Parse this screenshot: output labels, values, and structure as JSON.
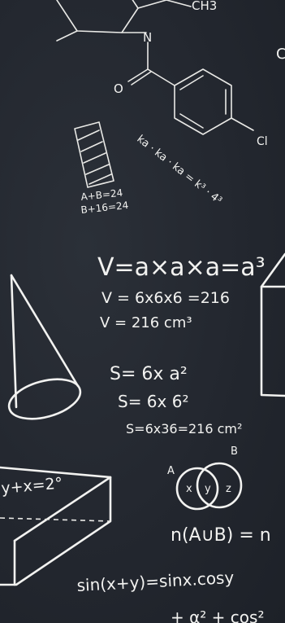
{
  "chem": {
    "ch3": "CH3",
    "n": "N",
    "o": "O",
    "cl": "Cl"
  },
  "top_right_letter": "C",
  "diag": {
    "line": "ka · ka · ka = k³ · 4³"
  },
  "hatched": {
    "line1": "A+B=24",
    "line2": "B+16=24"
  },
  "volume": {
    "line1": "V=a×a×a=a³",
    "line2": "V = 6x6x6 =216",
    "line3": "V = 216 cm³"
  },
  "surface": {
    "line1": "S= 6x a²",
    "line2": "S= 6x 6²",
    "line3": "S=6x36=216 cm²"
  },
  "venn": {
    "label_a": "A",
    "label_b": "B",
    "left": "x",
    "middle": "y",
    "right": "z"
  },
  "union": "n(A∪B) = n",
  "eq_left": "y+x=2°",
  "trig": "sin(x+y)=sinx.cosy",
  "bottom": "+ α²  + cos²"
}
